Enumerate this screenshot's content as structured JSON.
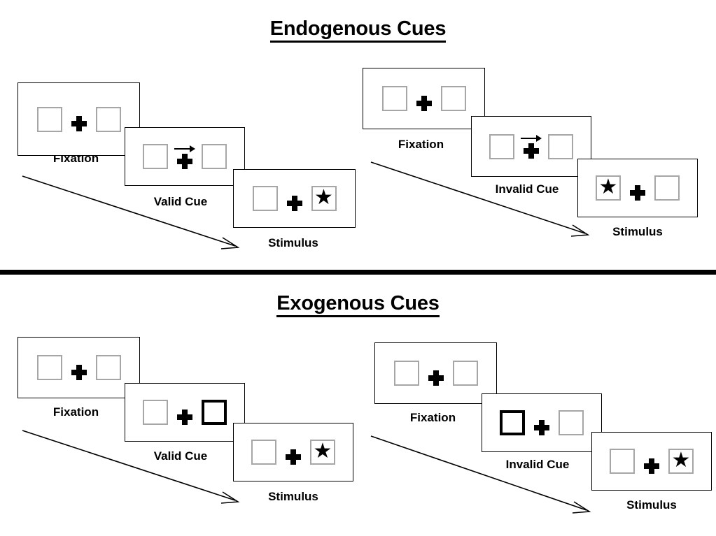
{
  "figure": {
    "sections": [
      {
        "id": "endogenous",
        "title": "Endogenous Cues",
        "cue_type": "arrow",
        "columns": [
          {
            "id": "endogenous-valid",
            "frames": [
              {
                "label": "Fixation",
                "left_square": "empty",
                "right_square": "empty",
                "arrow_cue": false,
                "cued_side": "none",
                "stimulus_side": "none"
              },
              {
                "label": "Valid Cue",
                "left_square": "empty",
                "right_square": "empty",
                "arrow_cue": true,
                "arrow_direction": "right",
                "cued_side": "right",
                "stimulus_side": "none"
              },
              {
                "label": "Stimulus",
                "left_square": "empty",
                "right_square": "star",
                "arrow_cue": false,
                "cued_side": "none",
                "stimulus_side": "right"
              }
            ]
          },
          {
            "id": "endogenous-invalid",
            "frames": [
              {
                "label": "Fixation",
                "left_square": "empty",
                "right_square": "empty",
                "arrow_cue": false,
                "cued_side": "none",
                "stimulus_side": "none"
              },
              {
                "label": "Invalid Cue",
                "left_square": "empty",
                "right_square": "empty",
                "arrow_cue": true,
                "arrow_direction": "right",
                "cued_side": "right",
                "stimulus_side": "none"
              },
              {
                "label": "Stimulus",
                "left_square": "star",
                "right_square": "empty",
                "arrow_cue": false,
                "cued_side": "none",
                "stimulus_side": "left"
              }
            ]
          }
        ]
      },
      {
        "id": "exogenous",
        "title": "Exogenous Cues",
        "cue_type": "peripheral-box",
        "columns": [
          {
            "id": "exogenous-valid",
            "frames": [
              {
                "label": "Fixation",
                "left_square": "empty",
                "right_square": "empty",
                "arrow_cue": false,
                "cued_side": "none",
                "stimulus_side": "none"
              },
              {
                "label": "Valid Cue",
                "left_square": "empty",
                "right_square": "empty",
                "arrow_cue": false,
                "cued_side": "right",
                "stimulus_side": "none"
              },
              {
                "label": "Stimulus",
                "left_square": "empty",
                "right_square": "star",
                "arrow_cue": false,
                "cued_side": "none",
                "stimulus_side": "right"
              }
            ]
          },
          {
            "id": "exogenous-invalid",
            "frames": [
              {
                "label": "Fixation",
                "left_square": "empty",
                "right_square": "empty",
                "arrow_cue": false,
                "cued_side": "none",
                "stimulus_side": "none"
              },
              {
                "label": "Invalid Cue",
                "left_square": "empty",
                "right_square": "empty",
                "arrow_cue": false,
                "cued_side": "left",
                "stimulus_side": "none"
              },
              {
                "label": "Stimulus",
                "left_square": "empty",
                "right_square": "star",
                "arrow_cue": false,
                "cued_side": "none",
                "stimulus_side": "right"
              }
            ]
          }
        ]
      }
    ],
    "glyphs": {
      "star": "★",
      "fixation_cross": "plus-sign",
      "arrow": "→"
    },
    "colors": {
      "ink": "#000000",
      "square_outline": "#a6a6a6",
      "background": "#ffffff"
    },
    "time_arrow_label": ""
  }
}
